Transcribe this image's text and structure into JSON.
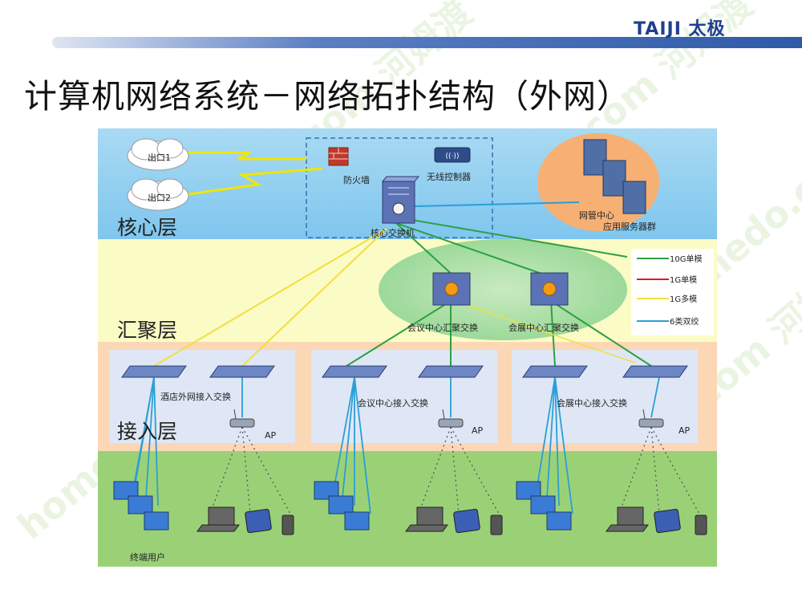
{
  "header": {
    "logo_text": "TAIJI 太极",
    "title": "计算机网络系统－网络拓扑结构（外网）"
  },
  "watermark": {
    "text": "homedo.com 河姆渡"
  },
  "layers": {
    "core": "核心层",
    "aggregation": "汇聚层",
    "access": "接入层"
  },
  "core": {
    "exit1": "出口1",
    "exit2": "出口2",
    "firewall": "防火墙",
    "wireless_controller": "无线控制器",
    "core_switch": "核心交换机",
    "nms_center": "网管中心",
    "server_group": "应用服务器群"
  },
  "aggregation": {
    "switch_conference": "会议中心汇聚交换",
    "switch_exhibition": "会展中心汇聚交换"
  },
  "access": {
    "hotel_switch": "酒店外网接入交换",
    "conference_switch": "会议中心接入交换",
    "exhibition_switch": "会展中心接入交换",
    "ap_label": "AP"
  },
  "terminal": {
    "label": "终端用户"
  },
  "legend": {
    "items": [
      {
        "label": "10G单模",
        "color": "#2ea043"
      },
      {
        "label": "1G单模",
        "color": "#d42020"
      },
      {
        "label": "1G多模",
        "color": "#f0e040"
      },
      {
        "label": "6类双绞",
        "color": "#2a9fd6"
      }
    ]
  }
}
